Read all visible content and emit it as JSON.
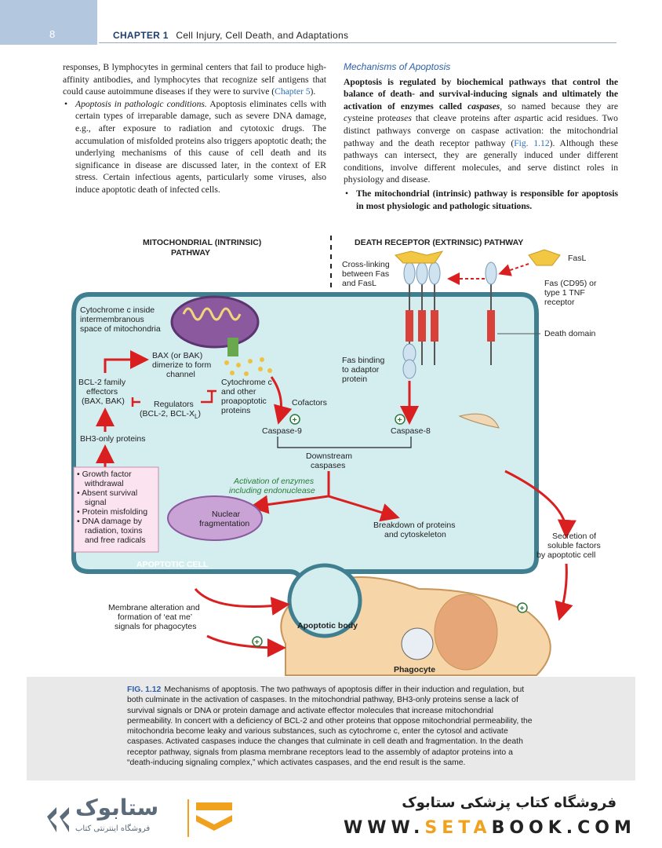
{
  "header": {
    "page_number": "8",
    "chapter": "CHAPTER 1",
    "title": "Cell Injury, Cell Death, and Adaptations"
  },
  "left_column": {
    "p1_text": "responses, B lymphocytes in germinal centers that fail to produce high-affinity antibodies, and lymphocytes that recognize self antigens that could cause autoimmune diseases if they were to survive (",
    "p1_link": "Chapter 5",
    "p1_end": ").",
    "p2_italic": "Apoptosis in pathologic conditions.",
    "p2_text": " Apoptosis eliminates cells with certain types of irreparable damage, such as severe DNA damage, e.g., after exposure to radiation and cytotoxic drugs. The accumulation of misfolded proteins also triggers apoptotic death; the underlying mechanisms of this cause of cell death and its significance in disease are discussed later, in the context of ER stress. Certain infectious agents, particularly some viruses, also induce apoptotic death of infected cells."
  },
  "right_column": {
    "section_heading": "Mechanisms of Apoptosis",
    "p1_bold": "Apoptosis is regulated by biochemical pathways that control the balance of death- and survival-inducing signals and ultimately the activation of enzymes called ",
    "p1_bold_italic": "caspases",
    "p1_rest_a": ", so named because they are ",
    "p1_ital_c": "c",
    "p1_rest_b": "ysteine prote",
    "p1_ital_ase": "ases",
    "p1_rest_c": " that cleave proteins after ",
    "p1_ital_asp": "asp",
    "p1_rest_d": "artic acid residues. Two distinct pathways converge on caspase activation: the mitochondrial pathway and the death receptor pathway (",
    "p1_link": "Fig. 1.12",
    "p1_rest_e": "). Although these pathways can intersect, they are generally induced under different conditions, involve different molecules, and serve distinct roles in physiology and disease.",
    "bullet_bold": "The mitochondrial (intrinsic) pathway is responsible for apoptosis in most physiologic and pathologic situations."
  },
  "figure": {
    "title_intrinsic_1": "MITOCHONDRIAL (INTRINSIC)",
    "title_intrinsic_2": "PATHWAY",
    "title_extrinsic": "DEATH RECEPTOR (EXTRINSIC) PATHWAY",
    "cross_linking_1": "Cross-linking",
    "cross_linking_2": "between Fas",
    "cross_linking_3": "and FasL",
    "fasl": "FasL",
    "fas_receptor_1": "Fas (CD95) or",
    "fas_receptor_2": "type 1 TNF",
    "fas_receptor_3": "receptor",
    "death_domain": "Death domain",
    "cyto_inside_1": "Cytochrome c inside",
    "cyto_inside_2": "intermembranous",
    "cyto_inside_3": "space of mitochondria",
    "bax_1": "BAX (or BAK)",
    "bax_2": "dimerize to form",
    "bax_3": "channel",
    "bcl2_family_1": "BCL-2 family",
    "bcl2_family_2": "effectors",
    "bcl2_family_3": "(BAX, BAK)",
    "regulators_1": "Regulators",
    "regulators_2": "(BCL-2, BCL-X",
    "regulators_sub": "L",
    "regulators_3": ")",
    "cyto_other_1": "Cytochrome c",
    "cyto_other_2": "and other",
    "cyto_other_3": "proapoptotic",
    "cyto_other_4": "proteins",
    "cofactors": "Cofactors",
    "fas_binding_1": "Fas binding",
    "fas_binding_2": "to adaptor",
    "fas_binding_3": "protein",
    "caspase9": "Caspase-9",
    "caspase8": "Caspase-8",
    "bh3_only": "BH3-only proteins",
    "downstream_1": "Downstream",
    "downstream_2": "caspases",
    "stimuli": [
      "Growth factor",
      "withdrawal",
      "Absent survival",
      "signal",
      "Protein misfolding",
      "DNA damage by",
      "radiation, toxins",
      "and free radicals"
    ],
    "activation_1": "Activation of enzymes",
    "activation_2": "including endonuclease",
    "nuclear_1": "Nuclear",
    "nuclear_2": "fragmentation",
    "breakdown_1": "Breakdown of proteins",
    "breakdown_2": "and cytoskeleton",
    "secretion_1": "Secretion of",
    "secretion_2": "soluble factors",
    "secretion_3": "by apoptotic cell",
    "apoptotic_cell": "APOPTOTIC CELL",
    "membrane_1": "Membrane alteration and",
    "membrane_2": "formation of ‘eat me’",
    "membrane_3": "signals for phagocytes",
    "apoptotic_body": "Apoptotic body",
    "phagocyte": "Phagocyte",
    "colors": {
      "cell_fill": "#d4eef0",
      "cell_border": "#3f7f8f",
      "arrow_red": "#d91f1f",
      "mito_purple": "#8b5a9e",
      "phagocyte_fill": "#f6d6a8",
      "receptor_red": "#d9403a",
      "fasl_yellow": "#f2c744"
    }
  },
  "caption": {
    "fig_no": "FIG. 1.12",
    "text": "Mechanisms of apoptosis. The two pathways of apoptosis differ in their induction and regulation, but both culminate in the activation of caspases. In the mitochondrial pathway, BH3-only proteins sense a lack of survival signals or DNA or protein damage and activate effector molecules that increase mitochondrial permeability. In concert with a deficiency of BCL-2 and other proteins that oppose mitochondrial permeability, the mitochondria become leaky and various substances, such as cytochrome c, enter the cytosol and activate caspases. Activated caspases induce the changes that culminate in cell death and fragmentation. In the death receptor pathway, signals from plasma membrane receptors lead to the assembly of adaptor proteins into a “death-inducing signaling complex,” which activates caspases, and the end result is the same."
  },
  "footer": {
    "store_name": "فروشگاه کتاب پزشکی ستابوک",
    "url_pre": "WWW.",
    "url_accent": "SETA",
    "url_post": "BOOK.COM",
    "logo_text": "ستابوک",
    "logo_sub": "فروشگاه اینترنتی کتاب"
  }
}
